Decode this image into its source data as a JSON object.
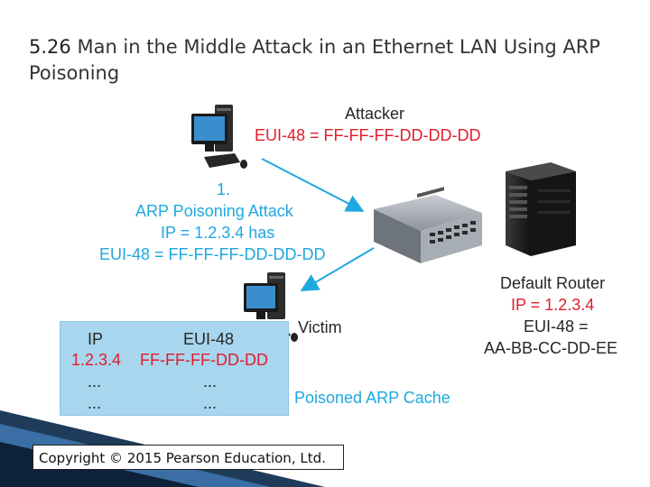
{
  "title": {
    "number": "5.26",
    "text": "Man in the Middle Attack in an Ethernet LAN Using ARP Poisoning"
  },
  "attacker": {
    "label": "Attacker",
    "eui": "EUI-48 = FF-FF-FF-DD-DD-DD"
  },
  "attack_message": {
    "step": "1.",
    "line1": "ARP Poisoning Attack",
    "line2": "IP = 1.2.3.4 has",
    "line3": "EUI-48 = FF-FF-FF-DD-DD-DD"
  },
  "router": {
    "label": "Default Router",
    "ip": "IP = 1.2.3.4",
    "eui_label": "EUI-48 =",
    "eui_value": "AA-BB-CC-DD-EE"
  },
  "victim": {
    "label": "Victim"
  },
  "arp_cache": {
    "caption": "Poisoned ARP Cache",
    "headers": [
      "IP",
      "EUI-48"
    ],
    "rows": [
      [
        "1.2.3.4",
        "FF-FF-FF-DD-DD"
      ],
      [
        "...",
        "..."
      ],
      [
        "...",
        "..."
      ]
    ]
  },
  "copyright": "Copyright © 2015 Pearson Education, Ltd.",
  "colors": {
    "red": "#e11d2a",
    "blue": "#1ea8e0",
    "table_bg": "#a8d6ef"
  },
  "icons": [
    "attacker-computer-icon",
    "switch-icon",
    "router-icon",
    "victim-computer-icon"
  ]
}
